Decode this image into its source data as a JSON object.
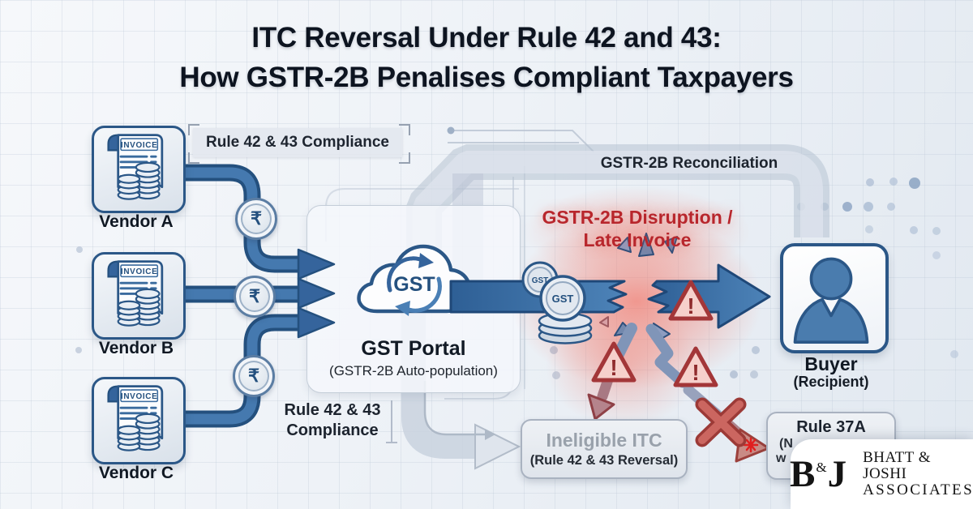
{
  "title": {
    "line1": "ITC Reversal Under Rule 42 and 43:",
    "line2": "How GSTR-2B Penalises Compliant Taxpayers"
  },
  "vendors": [
    {
      "label": "Vendor A",
      "invoice_header": "INVOICE"
    },
    {
      "label": "Vendor B",
      "invoice_header": "INVOICE"
    },
    {
      "label": "Vendor C",
      "invoice_header": "INVOICE"
    }
  ],
  "labels": {
    "compliance_top": "Rule 42 & 43 Compliance",
    "reconciliation": "GSTR-2B Reconciliation",
    "disruption_line1": "GSTR-2B Disruption /",
    "disruption_line2": "Late Invoice",
    "compliance_bottom_line1": "Rule 42 & 43",
    "compliance_bottom_line2": "Compliance"
  },
  "gst_portal": {
    "cloud_text": "GST",
    "title": "GST Portal",
    "subtitle": "(GSTR-2B Auto-population)"
  },
  "coins": {
    "rupee": "₹",
    "gst": "GST"
  },
  "warning": {
    "exclamation": "!"
  },
  "buyer": {
    "title": "Buyer",
    "subtitle": "(Recipient)"
  },
  "boxes": {
    "ineligible": {
      "title": "Ineligible ITC",
      "subtitle": "(Rule 42 & 43 Reversal)"
    },
    "rule37a": {
      "title": "Rule 37A",
      "partial_line1": "(N",
      "partial_line2": "w"
    }
  },
  "logo": {
    "monogram_left": "B",
    "monogram_amp": "&",
    "monogram_right": "J",
    "firm_line1": "BHATT & JOSHI",
    "firm_line2": "ASSOCIATES"
  },
  "colors": {
    "pipe_blue": "#3f74ab",
    "pipe_blue_dark": "#24507e",
    "alert_red": "#b8262c",
    "band_gray": "#c7cfdb",
    "glow_red": "#f47869"
  }
}
